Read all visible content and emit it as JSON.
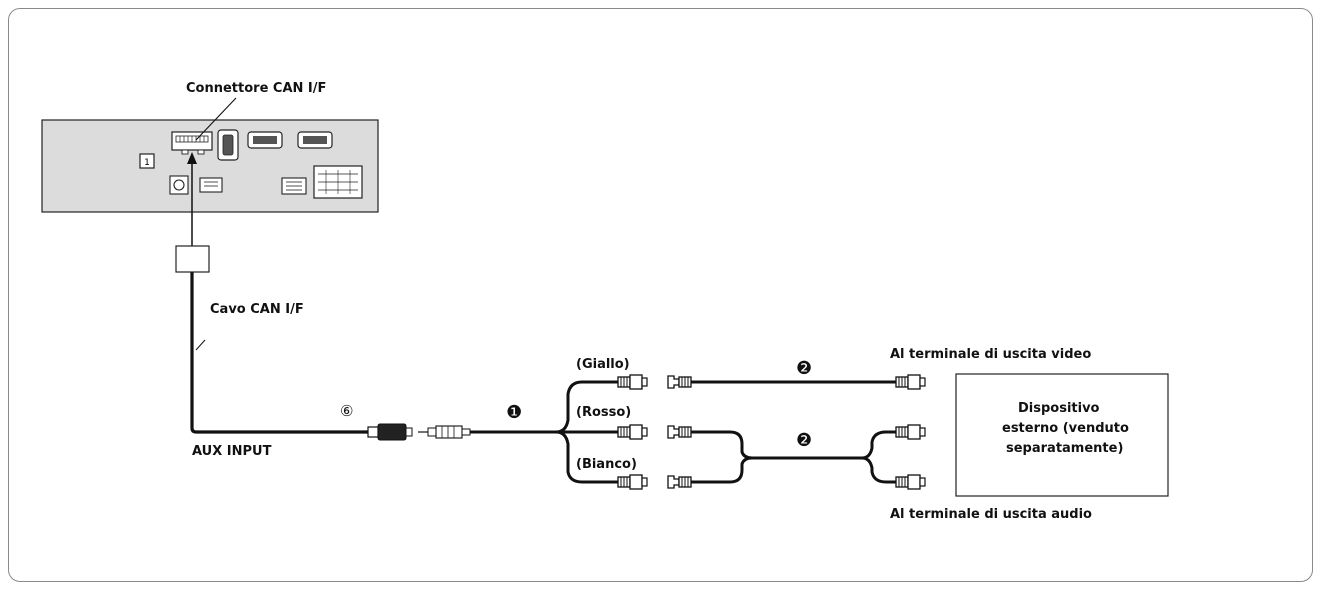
{
  "labels": {
    "can_connector": "Connettore CAN I/F",
    "can_cable": "Cavo CAN I/F",
    "aux_input": "AUX INPUT",
    "yellow": "(Giallo)",
    "red": "(Rosso)",
    "white": "(Bianco)",
    "video_out": "Al terminale di uscita video",
    "audio_out": "Al terminale di uscita audio",
    "device_line1": "Dispositivo",
    "device_line2": "esterno (venduto",
    "device_line3": "separatamente)"
  },
  "markers": {
    "circled_6": "⑥",
    "num_1": "❶",
    "num_2a": "❷",
    "num_2b": "❷"
  },
  "unit_port_label": "1"
}
